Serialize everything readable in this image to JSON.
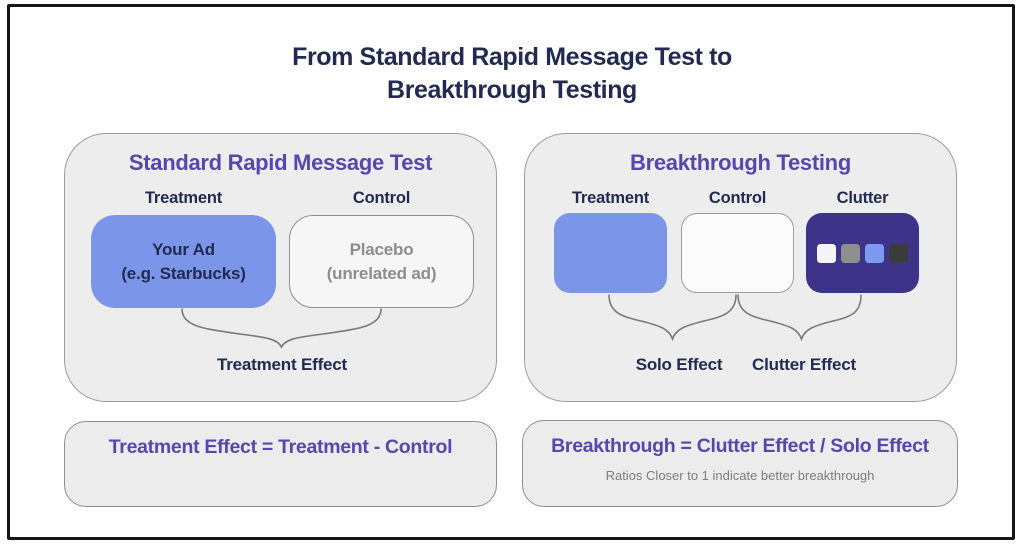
{
  "colors": {
    "frame": "#161616",
    "navy": "#232a52",
    "purple": "#5547ae",
    "panel_bg": "#ededed",
    "panel_border": "#9d9d9d",
    "blue": "#7b96e8",
    "placebo_bg": "#f6f6f6",
    "placebo_border": "#8f8f8f",
    "white_box": "#fbfbfb",
    "clutter_bg": "#3d3489",
    "sq_white": "#f5f5f5",
    "sq_gray": "#8f8f8f",
    "sq_blue": "#7b9af0",
    "sq_dark": "#3b3b3b",
    "gray_text": "#8d8d8d",
    "note_gray": "#7d7d7d",
    "formula_bg": "#ececec",
    "brace": "#7a7a7a"
  },
  "title": {
    "line1": "From Standard Rapid Message Test to",
    "line2": "Breakthrough Testing"
  },
  "left_panel": {
    "title": "Standard Rapid Message Test",
    "columns": [
      {
        "label": "Treatment"
      },
      {
        "label": "Control"
      }
    ],
    "treatment_box": {
      "line1": "Your Ad",
      "line2": "(e.g. Starbucks)"
    },
    "control_box": {
      "line1": "Placebo",
      "line2": "(unrelated ad)"
    },
    "brace_label": "Treatment Effect",
    "formula": "Treatment Effect = Treatment - Control"
  },
  "right_panel": {
    "title": "Breakthrough Testing",
    "columns": [
      {
        "label": "Treatment"
      },
      {
        "label": "Control"
      },
      {
        "label": "Clutter"
      }
    ],
    "clutter_squares": [
      "white",
      "gray",
      "blue",
      "dark"
    ],
    "solo_label": "Solo Effect",
    "clutter_label": "Clutter Effect",
    "formula": "Breakthrough = Clutter Effect / Solo Effect",
    "formula_note": "Ratios Closer to 1 indicate better breakthrough"
  }
}
